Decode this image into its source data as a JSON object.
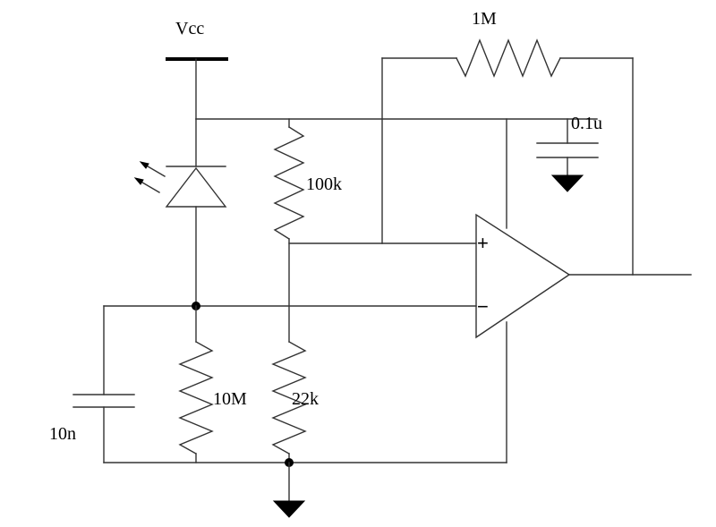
{
  "labels": {
    "vcc": "Vcc",
    "r_feedback": "1M",
    "c_supply": "0.1u",
    "r_top": "100k",
    "r_bias": "10M",
    "r_bottom": "22k",
    "c_input": "10n"
  },
  "opamp": {
    "plus": "+",
    "minus": "−"
  }
}
